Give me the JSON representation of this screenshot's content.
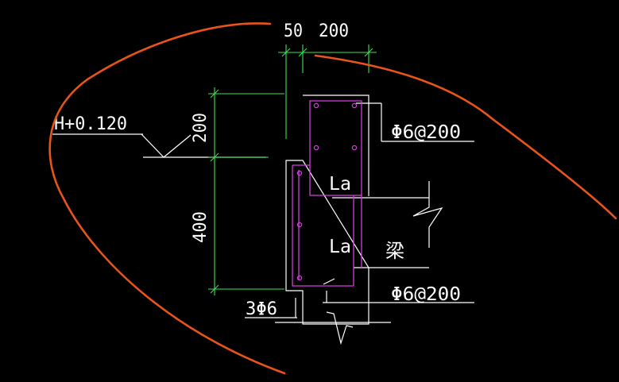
{
  "drawing": {
    "elevation_label": "H+0.120",
    "dimensions": {
      "top_left": "50",
      "top_right": "200",
      "left_upper": "200",
      "left_lower": "400"
    },
    "rebar_labels": {
      "stirrup_upper": "Φ6@200",
      "stirrup_lower": "Φ6@200",
      "main_bars": "3Φ6"
    },
    "anchorage_labels": {
      "upper": "La",
      "lower": "La"
    },
    "beam_label": "梁"
  },
  "colors": {
    "background": "#000000",
    "linework": "#ffffff",
    "dimension_lines": "#3ee24f",
    "reinforcement": "#d23ed8",
    "markup": "#e8541a"
  }
}
